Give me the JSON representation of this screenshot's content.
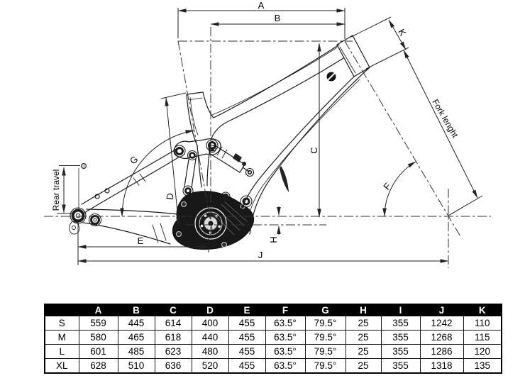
{
  "diagram": {
    "labels": {
      "a": "A",
      "b": "B",
      "c": "C",
      "d": "D",
      "e": "E",
      "f": "F",
      "g": "G",
      "h": "H",
      "j": "J",
      "k": "K",
      "fork_length": "Fork lenght",
      "rear_travel": "Rear travel"
    },
    "colors": {
      "line": "#1a1a1a",
      "dim": "#222222",
      "motor": "#181818",
      "header_bg": "#000000"
    }
  },
  "table": {
    "columns": [
      "",
      "A",
      "B",
      "C",
      "D",
      "E",
      "F",
      "G",
      "H",
      "I",
      "J",
      "K"
    ],
    "rows": [
      {
        "size": "S",
        "values": [
          "559",
          "445",
          "614",
          "400",
          "455",
          "63.5°",
          "79.5°",
          "25",
          "355",
          "1242",
          "110"
        ]
      },
      {
        "size": "M",
        "values": [
          "580",
          "465",
          "618",
          "440",
          "455",
          "63.5°",
          "79.5°",
          "25",
          "355",
          "1268",
          "115"
        ]
      },
      {
        "size": "L",
        "values": [
          "601",
          "485",
          "623",
          "480",
          "455",
          "63.5°",
          "79.5°",
          "25",
          "355",
          "1286",
          "120"
        ]
      },
      {
        "size": "XL",
        "values": [
          "628",
          "510",
          "636",
          "520",
          "455",
          "63.5°",
          "79.5°",
          "25",
          "355",
          "1318",
          "135"
        ]
      }
    ]
  }
}
